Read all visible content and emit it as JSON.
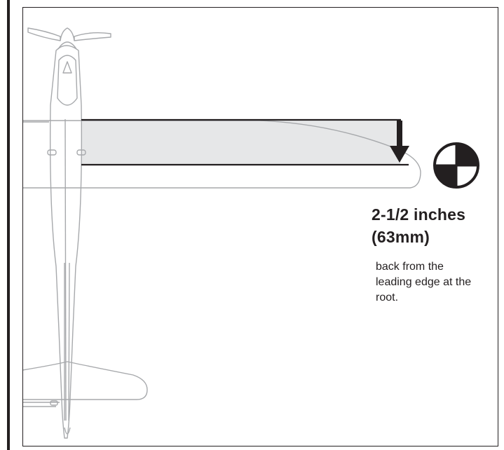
{
  "instruction": {
    "distance_line1": "2-1/2 inches",
    "distance_line2": "(63mm)",
    "description": "back from the leading edge at the root."
  },
  "colors": {
    "outline": "#a7a9ac",
    "ink": "#231f20",
    "shade": "#e6e7e8"
  },
  "icons": {
    "cg_marker": "cg-balance-icon",
    "arrow": "down-arrow-icon"
  }
}
